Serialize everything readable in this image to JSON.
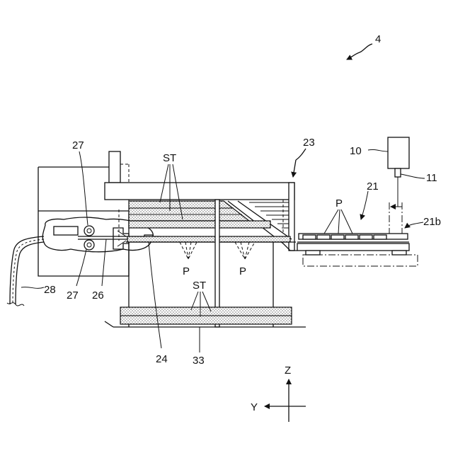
{
  "labels": {
    "device": "4",
    "camera": "10",
    "lens": "11",
    "stage": "21",
    "stage_edge": "21b",
    "arm_unit": "23",
    "holder": "24",
    "rod": "26",
    "roller_top": "27",
    "roller_bottom": "27",
    "cable": "28",
    "base_tray": "33",
    "stack_upper": "ST",
    "stack_lower": "ST",
    "parts_stage": "P",
    "parts_left": "P",
    "parts_right": "P"
  },
  "axes": {
    "vertical": "Z",
    "horizontal": "Y"
  }
}
